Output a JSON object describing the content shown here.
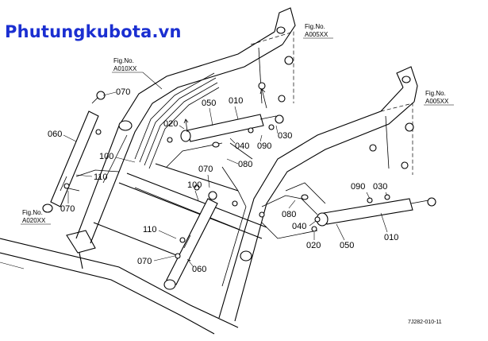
{
  "watermark": "Phutungkubota.vn",
  "figure_refs": [
    {
      "fig": "Fig.No.",
      "code": "A005XX"
    },
    {
      "fig": "Fig.No.",
      "code": "A010XX"
    },
    {
      "fig": "Fig.No.",
      "code": "A005XX"
    },
    {
      "fig": "Fig.No.",
      "code": "A020XX"
    }
  ],
  "parts": [
    "070",
    "050",
    "010",
    "020",
    "030",
    "040",
    "090",
    "060",
    "100",
    "080",
    "070",
    "100",
    "110",
    "070",
    "090",
    "030",
    "080",
    "040",
    "020",
    "050",
    "010",
    "110",
    "070",
    "060"
  ],
  "drawing_code": "7J282-010-11"
}
